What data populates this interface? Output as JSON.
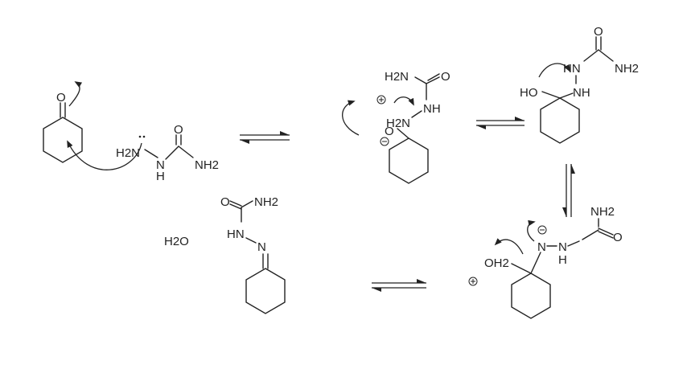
{
  "reactants": {
    "ketone_oxygen": "O",
    "hydrazide_amine": "H2N",
    "hydrazide_nh": "N",
    "hydrazide_h": "H",
    "carbonyl_o": "O",
    "amide_nh2": "NH2"
  },
  "tetrahedral_zwitterion": {
    "nh2": "H2N",
    "carbonyl_o": "O",
    "nh": "NH",
    "h2n_plus": "H2N",
    "o_minus": "O"
  },
  "carbinolamine": {
    "carbonyl_o": "O",
    "hn": "HN",
    "nh2": "NH2",
    "ho": "HO",
    "nh": "NH"
  },
  "protonated_intermediate": {
    "nh2": "NH2",
    "carbonyl_o": "O",
    "n_minus": "N",
    "n": "N",
    "h": "H",
    "oh2": "OH2"
  },
  "products": {
    "water": "H2O",
    "carbonyl_o": "O",
    "nh2": "NH2",
    "hn": "HN",
    "n": "N"
  },
  "charges": {
    "plus": "+",
    "minus": "−"
  }
}
